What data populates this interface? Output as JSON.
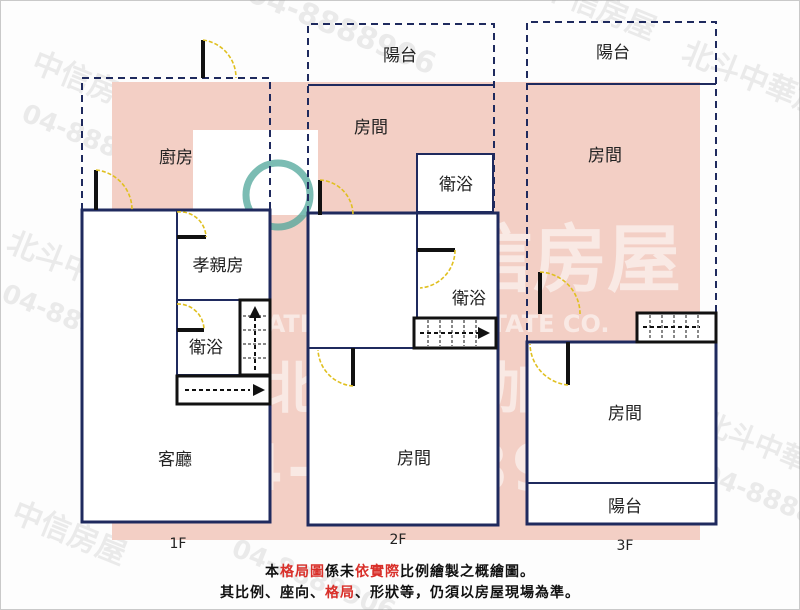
{
  "floors": [
    {
      "id": "1f",
      "label": "1F",
      "rooms": [
        "廚房",
        "孝親房",
        "衛浴",
        "客廳"
      ]
    },
    {
      "id": "2f",
      "label": "2F",
      "rooms": [
        "陽台",
        "房間",
        "衛浴",
        "衛浴",
        "房間"
      ]
    },
    {
      "id": "3f",
      "label": "3F",
      "rooms": [
        "陽台",
        "房間",
        "房間",
        "陽台"
      ]
    }
  ],
  "watermark": {
    "brand": "中信房屋",
    "english": "CHINATRUST REAL ESTATE CO.",
    "branch": "北斗中華加盟店",
    "phone": "04-8888906"
  },
  "note": {
    "line1": [
      {
        "text": "本",
        "highlight": false
      },
      {
        "text": "格局圖",
        "highlight": true
      },
      {
        "text": "係未",
        "highlight": false
      },
      {
        "text": "依實際",
        "highlight": true
      },
      {
        "text": "比例繪製之概繪圖。",
        "highlight": false
      }
    ],
    "line2": [
      {
        "text": "其比例、座向、",
        "highlight": false
      },
      {
        "text": "格局",
        "highlight": true
      },
      {
        "text": "、形狀等，仍須以房屋現場為準。",
        "highlight": false
      }
    ]
  },
  "colors": {
    "wall": "#1f2a5e",
    "door": "#000000",
    "door_swing": "#e0c020",
    "watermark_block": "#f3cfc5",
    "highlight": "#d9302a"
  }
}
